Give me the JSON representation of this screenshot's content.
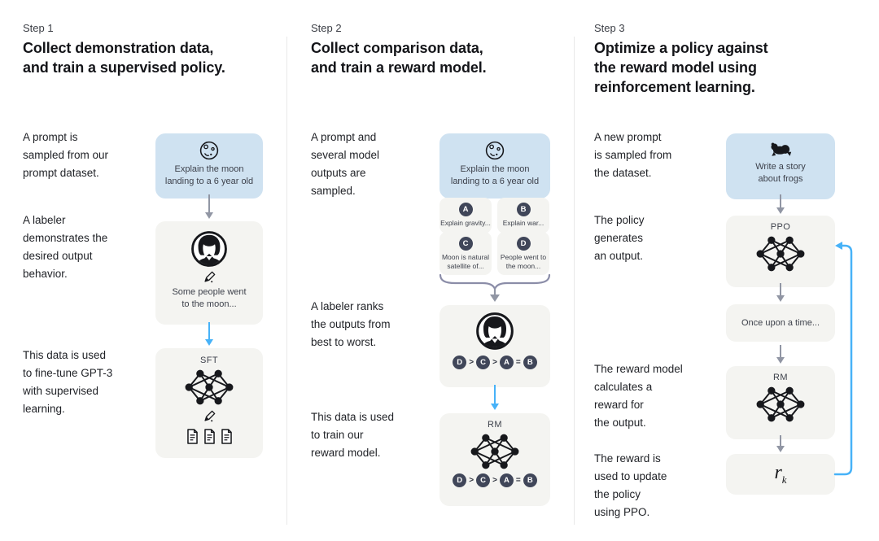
{
  "colors": {
    "prompt_box_blue": "#cfe2f1",
    "panel_gray": "#f4f4f1",
    "badge_navy": "#404659",
    "arrow_gray": "#9196a4",
    "arrow_blue": "#47b2f8",
    "bracket_gray_purple": "#8b8da8",
    "divider": "#e8e8e8",
    "heading_text": "#141519",
    "body_text": "#1f2126",
    "box_text": "#3d414b"
  },
  "icons": {
    "moon": "moon-icon",
    "frog": "frog-icon",
    "labeler": "labeler-avatar-icon",
    "pencil": "pencil-icon",
    "network": "neural-network-icon",
    "document": "document-icon",
    "arrow_gray": "arrow-down-gray-icon",
    "arrow_blue": "arrow-down-blue-icon",
    "brace": "brace-bracket-icon",
    "loop": "feedback-loop-arrow-icon"
  },
  "step1": {
    "label": "Step 1",
    "title": "Collect demonstration data,\nand train a supervised policy.",
    "captions": {
      "prompt": "A prompt is\nsampled from our\nprompt dataset.",
      "labeler": "A labeler\ndemonstrates the\ndesired output\nbehavior.",
      "train": "This data is used\nto fine-tune GPT-3\nwith supervised\nlearning."
    },
    "boxes": {
      "prompt_text": "Explain the moon\nlanding to a 6 year old",
      "demo_text": "Some people went\nto the moon...",
      "model_label": "SFT"
    }
  },
  "step2": {
    "label": "Step 2",
    "title": "Collect comparison data,\nand train a reward model.",
    "captions": {
      "sample": "A prompt and\nseveral model\noutputs are\nsampled.",
      "rank": "A labeler ranks\nthe outputs from\nbest to worst.",
      "train": "This data is used\nto train our\nreward model."
    },
    "boxes": {
      "prompt_text": "Explain the moon\nlanding to a 6 year old",
      "model_label": "RM"
    },
    "outputs": [
      {
        "badge": "A",
        "text": "Explain gravity..."
      },
      {
        "badge": "B",
        "text": "Explain war..."
      },
      {
        "badge": "C",
        "text": "Moon is natural\nsatellite of..."
      },
      {
        "badge": "D",
        "text": "People went to\nthe moon..."
      }
    ],
    "ranking": {
      "b0": "D",
      "s0": ">",
      "b1": "C",
      "s1": ">",
      "b2": "A",
      "s2": "=",
      "b3": "B"
    }
  },
  "step3": {
    "label": "Step 3",
    "title": "Optimize a policy against\nthe reward model using\nreinforcement learning.",
    "captions": {
      "prompt": "A new prompt\nis sampled from\nthe dataset.",
      "policy": "The policy\ngenerates\nan output.",
      "reward": "The reward model\ncalculates a\nreward for\nthe output.",
      "update": "The reward is\nused to update\nthe policy\nusing PPO."
    },
    "boxes": {
      "prompt_text": "Write a story\nabout frogs",
      "policy_label": "PPO",
      "output_text": "Once upon a time...",
      "model_label": "RM",
      "reward_base": "r",
      "reward_sub": "k"
    }
  }
}
